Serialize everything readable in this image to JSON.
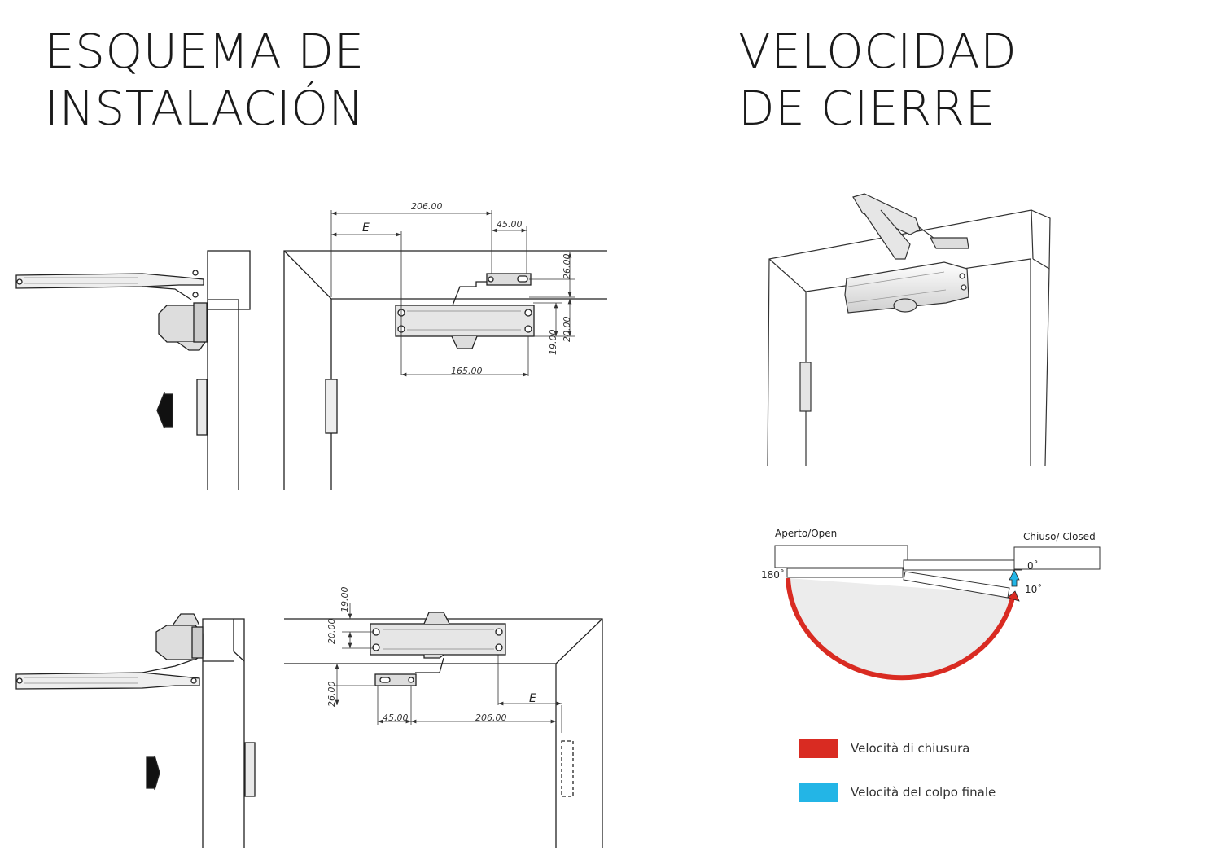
{
  "left_title": {
    "line1": "ESQUEMA DE",
    "line2": "INSTALACIÓN"
  },
  "right_title": {
    "line1": "VELOCIDAD",
    "line2": "DE CIERRE"
  },
  "top_dimensions": {
    "d206": "206.00",
    "d45": "45.00",
    "d26": "26.00",
    "d20": "20.00",
    "d19": "19.00",
    "d165": "165.00",
    "e": "E"
  },
  "bottom_dimensions": {
    "d19": "19.00",
    "d20": "20.00",
    "d26": "26.00",
    "d45": "45.00",
    "d206": "206.00",
    "e": "E"
  },
  "speed_diagram": {
    "open_label": "Aperto/Open",
    "closed_label": "Chiuso/ Closed",
    "angle_180": "180˚",
    "angle_0": "0˚",
    "angle_10": "10˚"
  },
  "legend": [
    {
      "label": "Velocità di chiusura",
      "color": "#d92b22"
    },
    {
      "label": "Velocità del colpo finale",
      "color": "#23b5e6"
    }
  ]
}
